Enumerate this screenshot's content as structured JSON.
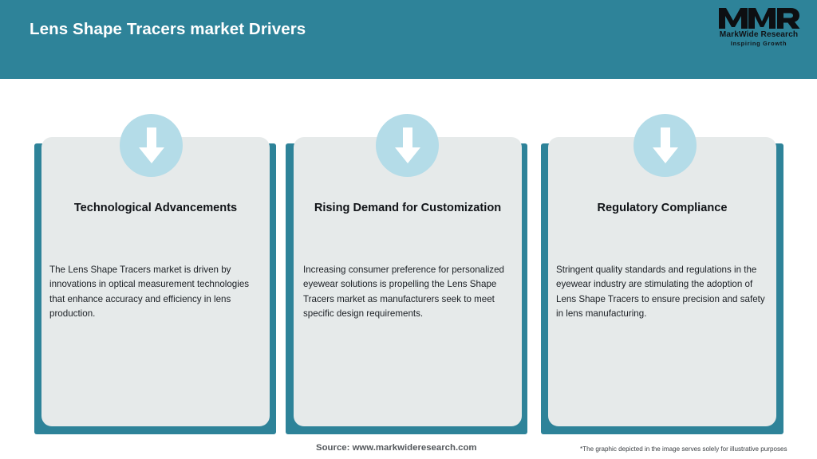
{
  "header": {
    "title": "Lens Shape Tracers market Drivers",
    "background_color": "#2e8399",
    "title_color": "#ffffff"
  },
  "logo": {
    "mark": "MWR",
    "company": "MarkWide Research",
    "tagline": "Inspiring Growth"
  },
  "theme": {
    "accent": "#2e8399",
    "card_background": "#e6eaea",
    "icon_circle": "#b4dce8",
    "arrow": "#ffffff",
    "page_background": "#ffffff"
  },
  "cards": [
    {
      "icon": "arrow-down-icon",
      "title": "Technological Advancements",
      "body": "The Lens Shape Tracers market is driven by innovations in optical measurement technologies that enhance accuracy and efficiency in lens production."
    },
    {
      "icon": "arrow-down-icon",
      "title": "Rising Demand for Customization",
      "body": "Increasing consumer preference for personalized eyewear solutions is propelling the Lens Shape Tracers market as manufacturers seek to meet specific design requirements."
    },
    {
      "icon": "arrow-down-icon",
      "title": "Regulatory Compliance",
      "body": "Stringent quality standards and regulations in the eyewear industry are stimulating the adoption of Lens Shape Tracers to ensure precision and safety in lens manufacturing."
    }
  ],
  "footer": {
    "source": "Source: www.markwideresearch.com",
    "disclaimer": "*The graphic depicted in the image serves solely for illustrative purposes"
  }
}
